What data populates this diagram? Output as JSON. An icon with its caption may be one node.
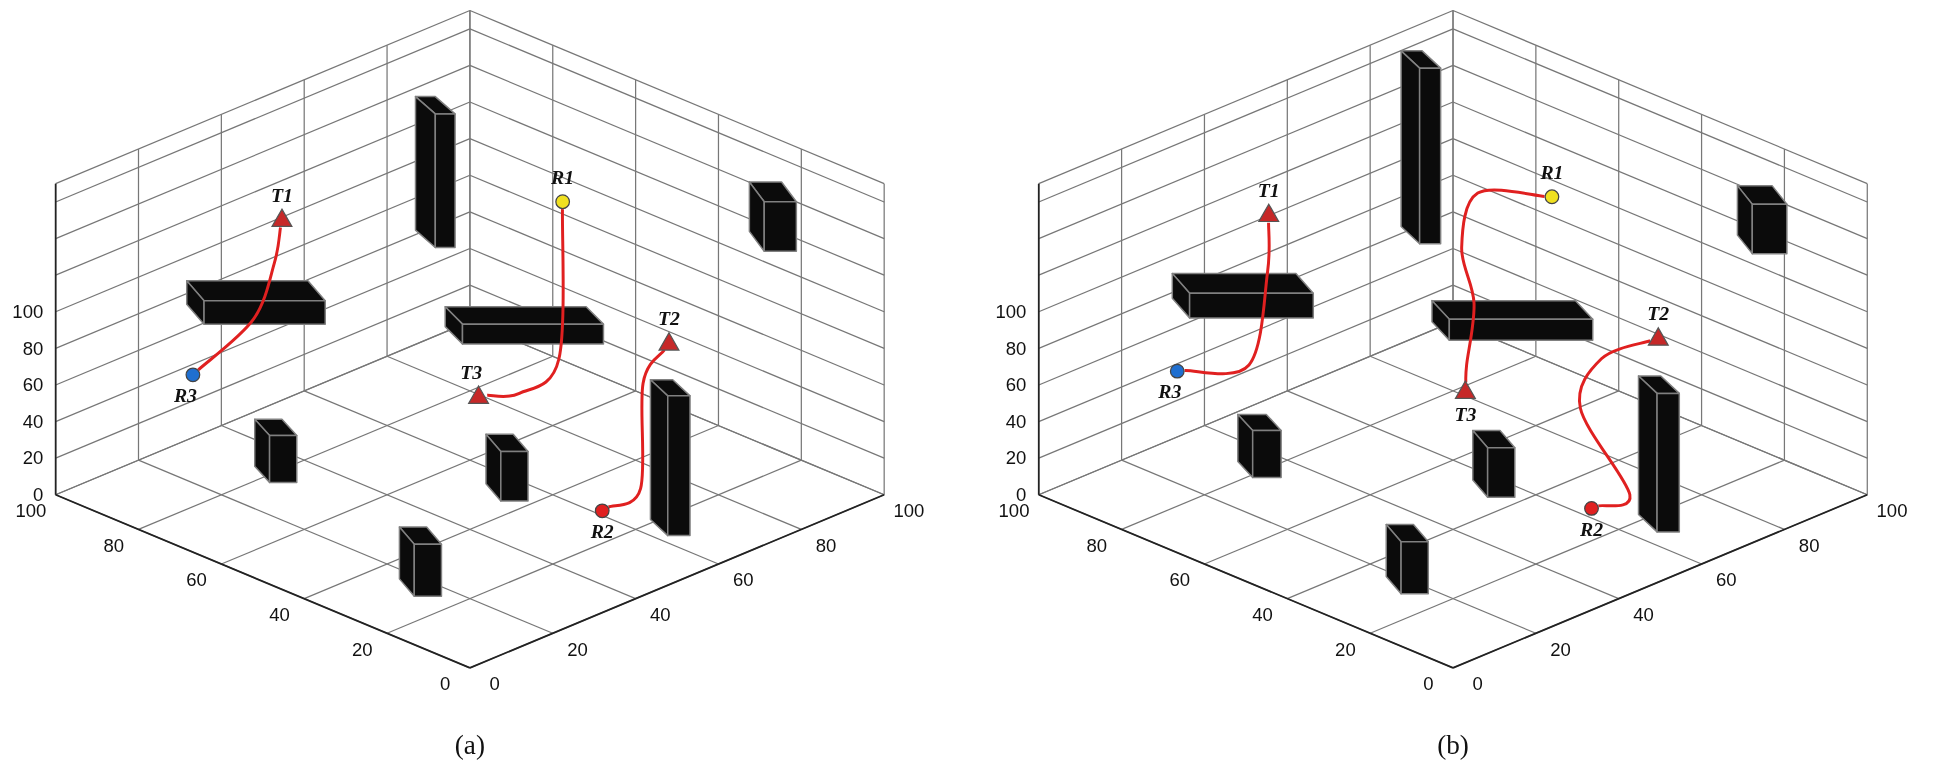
{
  "diagram": {
    "nodes": [
      {
        "text": [
          "T1"
        ]
      },
      {
        "text": [
          "R1"
        ]
      },
      {
        "text": [
          "R3"
        ]
      },
      {
        "text": [
          "T2"
        ]
      },
      {
        "text": [
          "T3"
        ]
      },
      {
        "text": [
          "R2"
        ]
      },
      {
        "text": [
          "T1"
        ]
      },
      {
        "text": [
          "R1"
        ]
      },
      {
        "text": [
          "R3"
        ]
      },
      {
        "text": [
          "T2"
        ]
      },
      {
        "text": [
          "T3"
        ]
      },
      {
        "text": [
          "R2"
        ]
      }
    ],
    "edges": [
      {
        "from": 2,
        "to": 0,
        "arrow": "none"
      },
      {
        "from": 1,
        "to": 4,
        "arrow": "none"
      },
      {
        "from": 5,
        "to": 3,
        "arrow": "none"
      },
      {
        "from": 8,
        "to": 6,
        "arrow": "none"
      },
      {
        "from": 7,
        "to": 10,
        "arrow": "none"
      },
      {
        "from": 11,
        "to": 9,
        "arrow": "none"
      }
    ],
    "labels": [
      "100",
      "80",
      "60",
      "40",
      "20",
      "0",
      "100",
      "80",
      "60",
      "40",
      "20",
      "0",
      "0",
      "20",
      "40",
      "60",
      "80",
      "100",
      "(a)",
      "100",
      "80",
      "60",
      "40",
      "20",
      "0",
      "100",
      "80",
      "60",
      "40",
      "20",
      "0",
      "0",
      "20",
      "40",
      "60",
      "80",
      "100",
      "(b)"
    ]
  }
}
